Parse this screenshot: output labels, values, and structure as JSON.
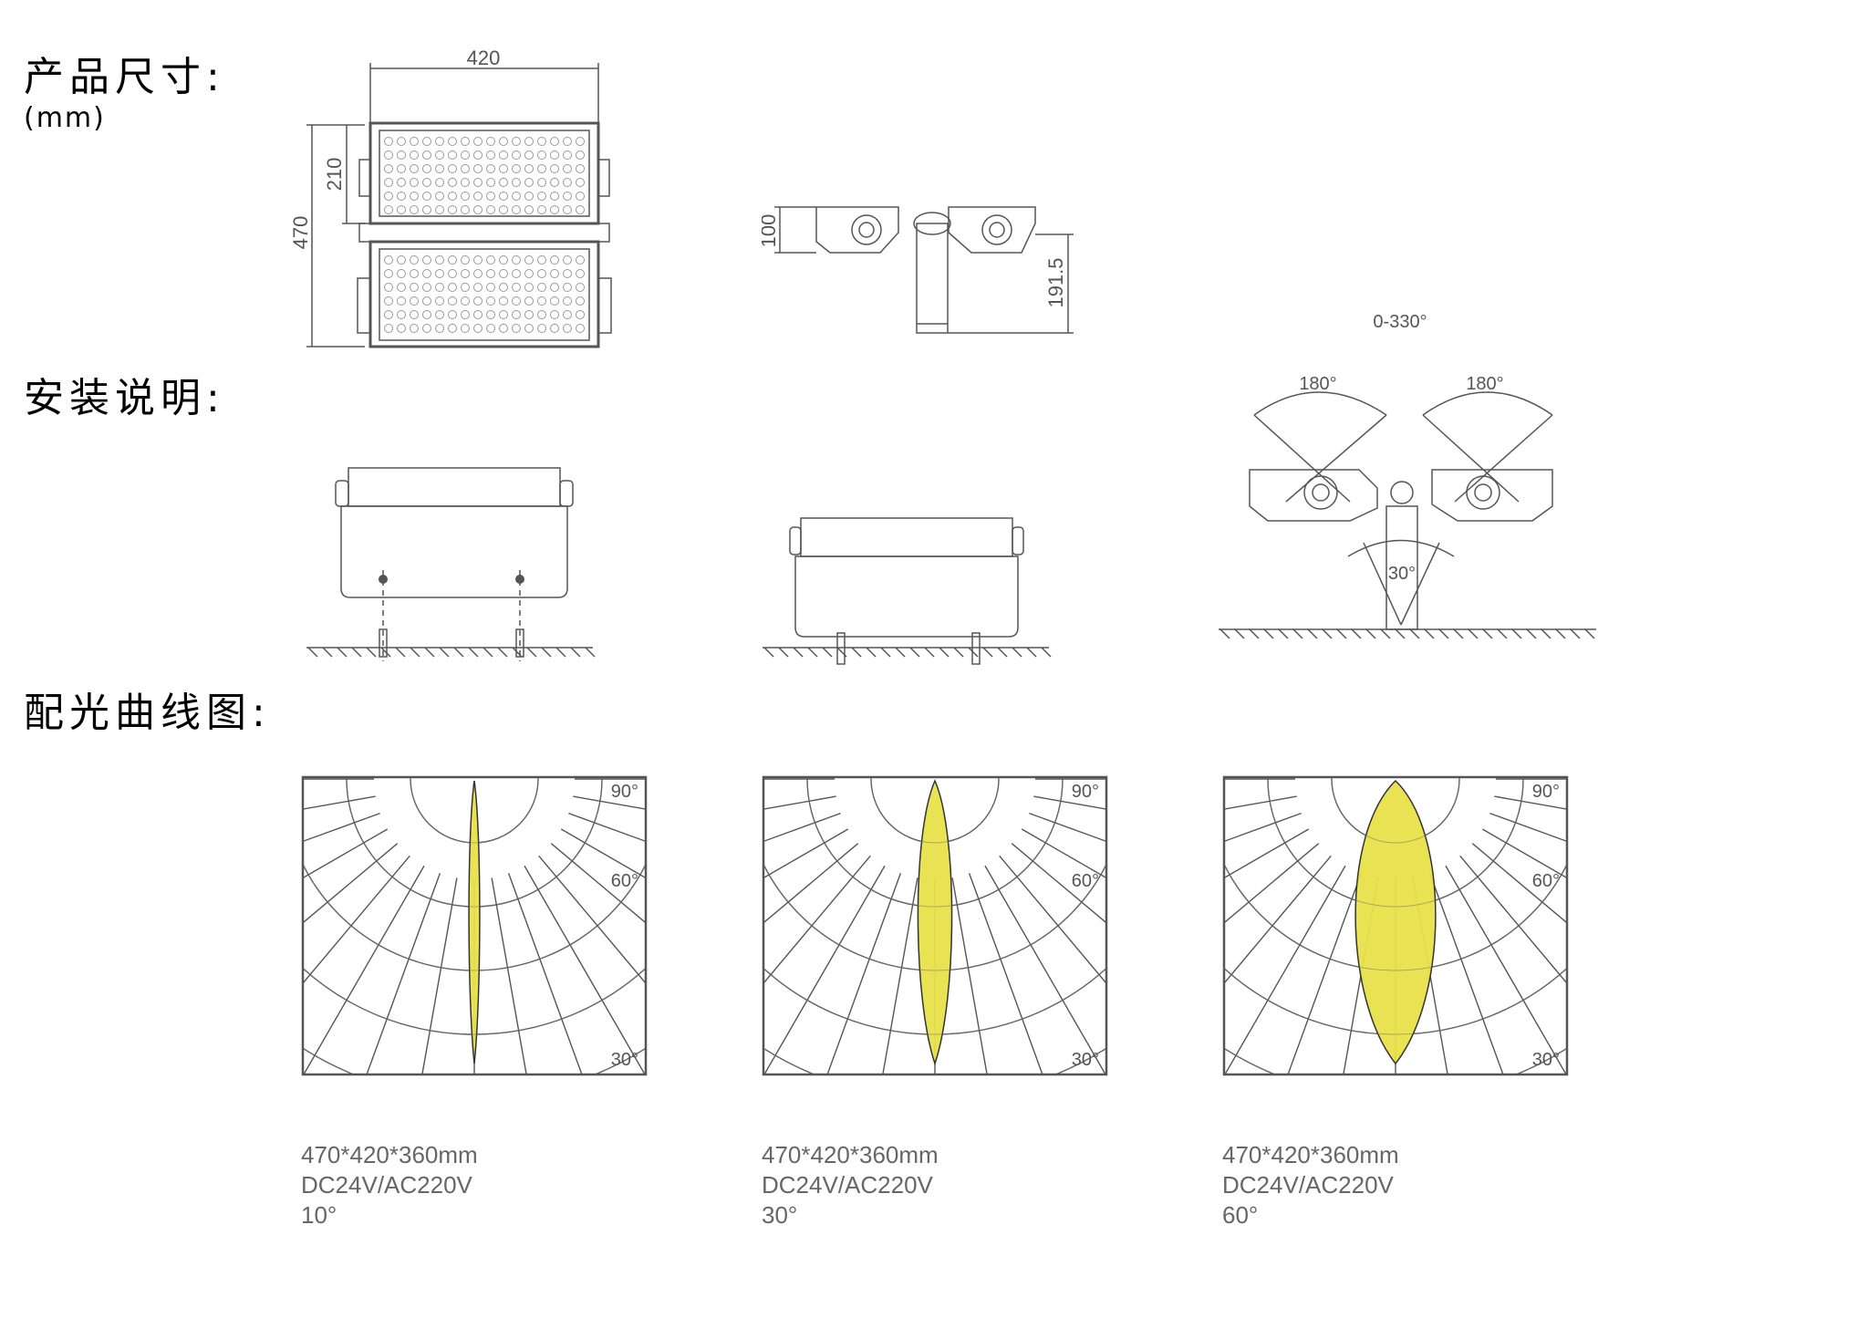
{
  "sections": {
    "dimensions_title": "产品尺寸:",
    "dimensions_unit": "(mm)",
    "install_title": "安装说明:",
    "light_curve_title": "配光曲线图:"
  },
  "front_view": {
    "width_label": "420",
    "height_label": "470",
    "module_label": "210"
  },
  "side_view": {
    "head_label": "100",
    "bracket_label": "191.5"
  },
  "rotation": {
    "total_label": "0-330°",
    "left_label": "180°",
    "right_label": "180°",
    "pole_label": "30°"
  },
  "curves": [
    {
      "angle_90": "90°",
      "angle_60": "60°",
      "angle_30": "30°",
      "size": "470*420*360mm",
      "voltage": "DC24V/AC220V",
      "beam": "10°"
    },
    {
      "angle_90": "90°",
      "angle_60": "60°",
      "angle_30": "30°",
      "size": "470*420*360mm",
      "voltage": "DC24V/AC220V",
      "beam": "30°"
    },
    {
      "angle_90": "90°",
      "angle_60": "60°",
      "angle_30": "30°",
      "size": "470*420*360mm",
      "voltage": "DC24V/AC220V",
      "beam": "60°"
    }
  ],
  "colors": {
    "beam_fill": "#e8e04a",
    "line": "#555555"
  }
}
